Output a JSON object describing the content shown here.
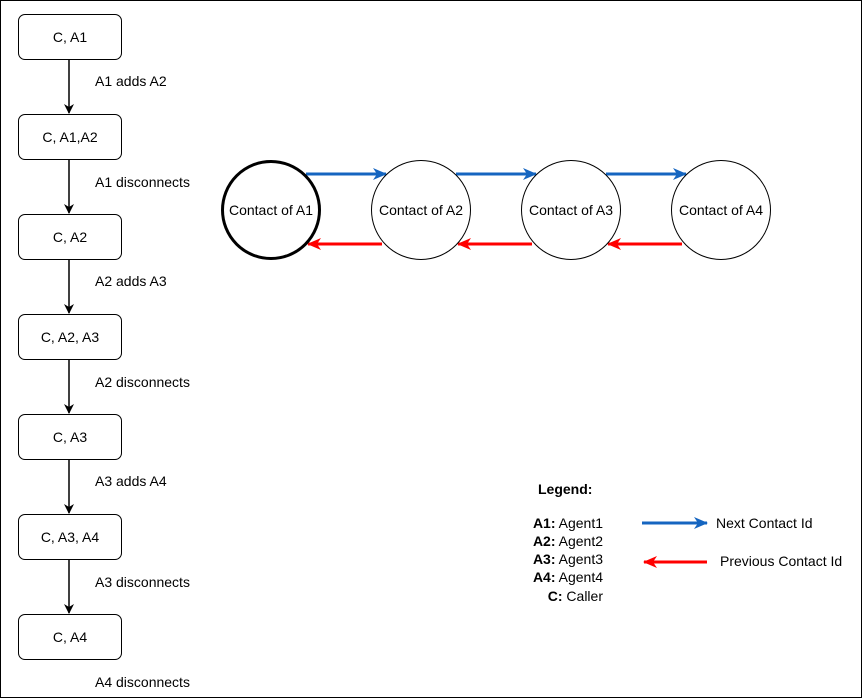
{
  "flow": {
    "boxes": [
      "C, A1",
      "C, A1,A2",
      "C, A2",
      "C, A2, A3",
      "C, A3",
      "C, A3, A4",
      "C, A4"
    ],
    "steps": [
      "A1 adds A2",
      "A1 disconnects",
      "A2 adds A3",
      "A2 disconnects",
      "A3 adds A4",
      "A3 disconnects",
      "A4 disconnects"
    ]
  },
  "chain": {
    "nodes": [
      "Contact of A1",
      "Contact of A2",
      "Contact of A3",
      "Contact of A4"
    ]
  },
  "legend": {
    "title": "Legend:",
    "entries": [
      {
        "key": "A1:",
        "value": "Agent1"
      },
      {
        "key": "A2:",
        "value": "Agent2"
      },
      {
        "key": "A3:",
        "value": "Agent3"
      },
      {
        "key": "A4:",
        "value": "Agent4"
      },
      {
        "key": "C:",
        "value": "Caller"
      }
    ],
    "next_label": "Next Contact Id",
    "previous_label": "Previous Contact Id"
  },
  "colors": {
    "next": "#1565C0",
    "previous": "#FF0000",
    "line": "#000000"
  }
}
